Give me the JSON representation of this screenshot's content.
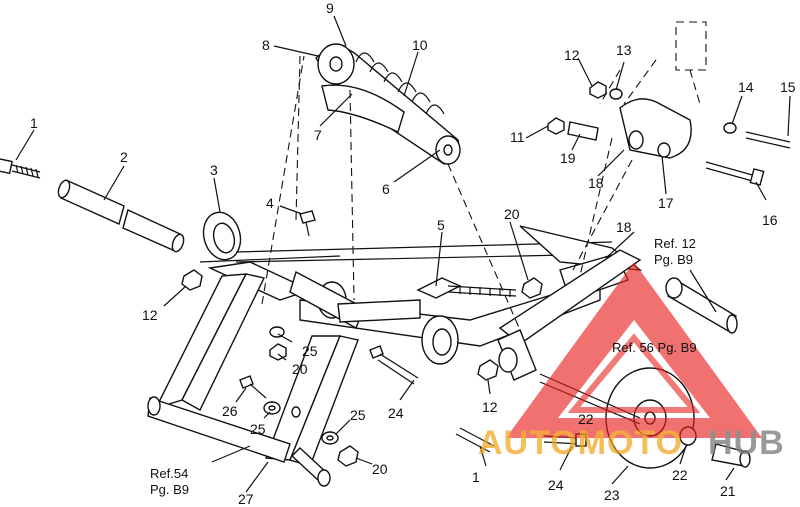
{
  "callouts": [
    {
      "id": "c1a",
      "text": "1"
    },
    {
      "id": "c2",
      "text": "2"
    },
    {
      "id": "c3",
      "text": "3"
    },
    {
      "id": "c4",
      "text": "4"
    },
    {
      "id": "c5",
      "text": "5"
    },
    {
      "id": "c6",
      "text": "6"
    },
    {
      "id": "c7",
      "text": "7"
    },
    {
      "id": "c8",
      "text": "8"
    },
    {
      "id": "c9",
      "text": "9"
    },
    {
      "id": "c10",
      "text": "10"
    },
    {
      "id": "c11",
      "text": "11"
    },
    {
      "id": "c12a",
      "text": "12"
    },
    {
      "id": "c12b",
      "text": "12"
    },
    {
      "id": "c12c",
      "text": "12"
    },
    {
      "id": "c13",
      "text": "13"
    },
    {
      "id": "c14",
      "text": "14"
    },
    {
      "id": "c15",
      "text": "15"
    },
    {
      "id": "c16",
      "text": "16"
    },
    {
      "id": "c17",
      "text": "17"
    },
    {
      "id": "c18a",
      "text": "18"
    },
    {
      "id": "c18b",
      "text": "18"
    },
    {
      "id": "c19",
      "text": "19"
    },
    {
      "id": "c20a",
      "text": "20"
    },
    {
      "id": "c20b",
      "text": "20"
    },
    {
      "id": "c20c",
      "text": "20"
    },
    {
      "id": "c21",
      "text": "21"
    },
    {
      "id": "c22a",
      "text": "22"
    },
    {
      "id": "c22b",
      "text": "22"
    },
    {
      "id": "c23",
      "text": "23"
    },
    {
      "id": "c24a",
      "text": "24"
    },
    {
      "id": "c24b",
      "text": "24"
    },
    {
      "id": "c25a",
      "text": "25"
    },
    {
      "id": "c25b",
      "text": "25"
    },
    {
      "id": "c25c",
      "text": "25"
    },
    {
      "id": "c26",
      "text": "26"
    },
    {
      "id": "c27",
      "text": "27"
    },
    {
      "id": "c1b",
      "text": "1"
    }
  ],
  "references": {
    "ref12_line1": "Ref. 12",
    "ref12_line2": "Pg. B9",
    "ref56": "Ref. 56 Pg. B9",
    "ref54_line1": "Ref.54",
    "ref54_line2": "Pg. B9"
  },
  "watermark": {
    "text_left": "AUTOMOTO",
    "text_right": "HUB",
    "color": "#e8211d",
    "text_color": "#f2a21a",
    "text_color_right": "#7a7a7a"
  }
}
